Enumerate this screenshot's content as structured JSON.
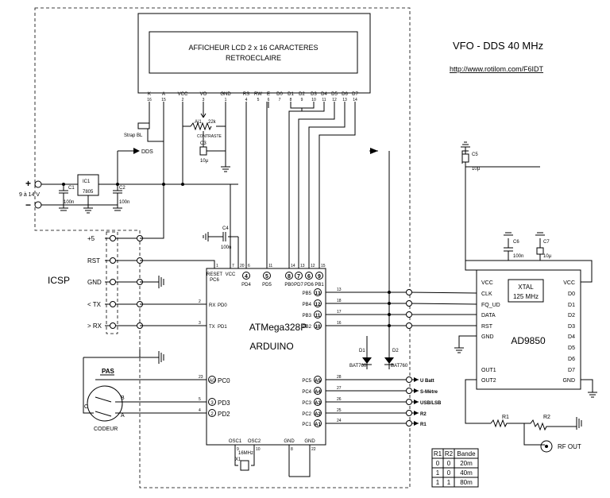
{
  "title": "VFO - DDS  40 MHz",
  "url": "http://www.rotilom.com/F6IDT",
  "lcd": {
    "line1": "AFFICHEUR LCD 2 x 16 CARACTERES",
    "line2": "RETROECLAIRE",
    "pins": [
      {
        "name": "K",
        "num": "16"
      },
      {
        "name": "A",
        "num": "15"
      },
      {
        "name": "VCC",
        "num": "2"
      },
      {
        "name": "VO",
        "num": "3"
      },
      {
        "name": "GND",
        "num": "1"
      },
      {
        "name": "RS",
        "num": "4"
      },
      {
        "name": "RW",
        "num": "5"
      },
      {
        "name": "E",
        "num": "6"
      },
      {
        "name": "D0",
        "num": "7"
      },
      {
        "name": "D1",
        "num": "8"
      },
      {
        "name": "D2",
        "num": "9"
      },
      {
        "name": "D3",
        "num": "10"
      },
      {
        "name": "D4",
        "num": "11"
      },
      {
        "name": "D5",
        "num": "12"
      },
      {
        "name": "D6",
        "num": "13"
      },
      {
        "name": "D7",
        "num": "14"
      }
    ]
  },
  "components": {
    "strap": "Strap BL",
    "aj1": "Aj1",
    "aj1_val": "22k",
    "contraste": "CONTRASTE",
    "c3": "C3",
    "c3_val": "10µ",
    "dds_label": "DDS",
    "ic1": "IC1",
    "ic1_type": "7805",
    "c1": "C1",
    "c1_val": "100n",
    "c2": "C2",
    "c2_val": "100n",
    "supply": "9 à 14 V",
    "plus": "+",
    "minus": "−",
    "c4": "C4",
    "c4_val": "100n",
    "c5": "C5",
    "c5_val": "10µ",
    "c6": "C6",
    "c6_val": "100n",
    "c7": "C7",
    "c7_val": "10µ",
    "d1": "D1",
    "d1_type": "BAT760",
    "d2": "D2",
    "d2_type": "BAT760",
    "x1": "X1",
    "x1_val": "16MHz",
    "r1": "R1",
    "r2": "R2",
    "rf_out": "RF OUT",
    "pas": "PAS",
    "codeur": "CODEUR",
    "enc_a": "A",
    "enc_b": "B",
    "enc_c": "C"
  },
  "icsp": {
    "label": "ICSP",
    "pins": [
      "+5",
      "RST",
      "GND",
      "< TX",
      "> RX"
    ]
  },
  "mcu": {
    "name": "ATMega328P",
    "sub": "ARDUINO",
    "top_pins": [
      {
        "name": "RESET",
        "sub": "PC6",
        "num": "1"
      },
      {
        "name": "VCC",
        "num": "7"
      },
      {
        "num": "20"
      },
      {
        "port": "PD4",
        "circ": "4",
        "num": "6"
      },
      {
        "port": "PD5",
        "circ": "5",
        "num": "11"
      },
      {
        "port": "PB0",
        "circ": "8",
        "num": "14"
      },
      {
        "port": "PD7",
        "circ": "7",
        "num": "13"
      },
      {
        "port": "PD6",
        "circ": "6",
        "num": "12"
      },
      {
        "port": "PB1",
        "circ": "9",
        "num": "15"
      }
    ],
    "left_pins": [
      {
        "port": "PD0",
        "sig": "RX",
        "num": "2"
      },
      {
        "port": "PD1",
        "sig": "TX",
        "num": "3"
      },
      {
        "port": "PC0",
        "circ": "A0",
        "num": "23"
      },
      {
        "port": "PD3",
        "circ": "3",
        "num": "5"
      },
      {
        "port": "PD2",
        "circ": "2",
        "num": "4"
      }
    ],
    "right_pins": [
      {
        "port": "PB5",
        "circ": "13",
        "num": "13"
      },
      {
        "port": "PB4",
        "circ": "12",
        "num": "18"
      },
      {
        "port": "PB3",
        "circ": "11",
        "num": "17"
      },
      {
        "port": "PB2",
        "circ": "10",
        "num": "16"
      },
      {
        "port": "PC5",
        "circ": "A5",
        "num": "28"
      },
      {
        "port": "PC4",
        "circ": "A4",
        "num": "27"
      },
      {
        "port": "PC3",
        "circ": "A3",
        "num": "26"
      },
      {
        "port": "PC2",
        "circ": "A2",
        "num": "25"
      },
      {
        "port": "PC1",
        "circ": "A1",
        "num": "24"
      }
    ],
    "bottom_pins": [
      {
        "name": "OSC1",
        "num": "9"
      },
      {
        "name": "OSC2",
        "num": "10"
      },
      {
        "name": "GND",
        "num": "8"
      },
      {
        "name": "GND",
        "num": "22"
      }
    ]
  },
  "outputs": [
    "U Batt",
    "S-Mètre",
    "USB/LSB",
    "R2",
    "R1"
  ],
  "ad9850": {
    "name": "AD9850",
    "xtal": "XTAL",
    "xtal_freq": "125 MHz",
    "left_pins": [
      "VCC",
      "CLK",
      "FQ_UD",
      "DATA",
      "RST",
      "GND",
      "OUT1",
      "OUT2"
    ],
    "right_pins": [
      "VCC",
      "D0",
      "D1",
      "D2",
      "D3",
      "D4",
      "D5",
      "D6",
      "D7",
      "GND"
    ]
  },
  "band_table": {
    "headers": [
      "R1",
      "R2",
      "Bande"
    ],
    "rows": [
      [
        "0",
        "0",
        "20m"
      ],
      [
        "1",
        "0",
        "40m"
      ],
      [
        "1",
        "1",
        "80m"
      ]
    ]
  }
}
